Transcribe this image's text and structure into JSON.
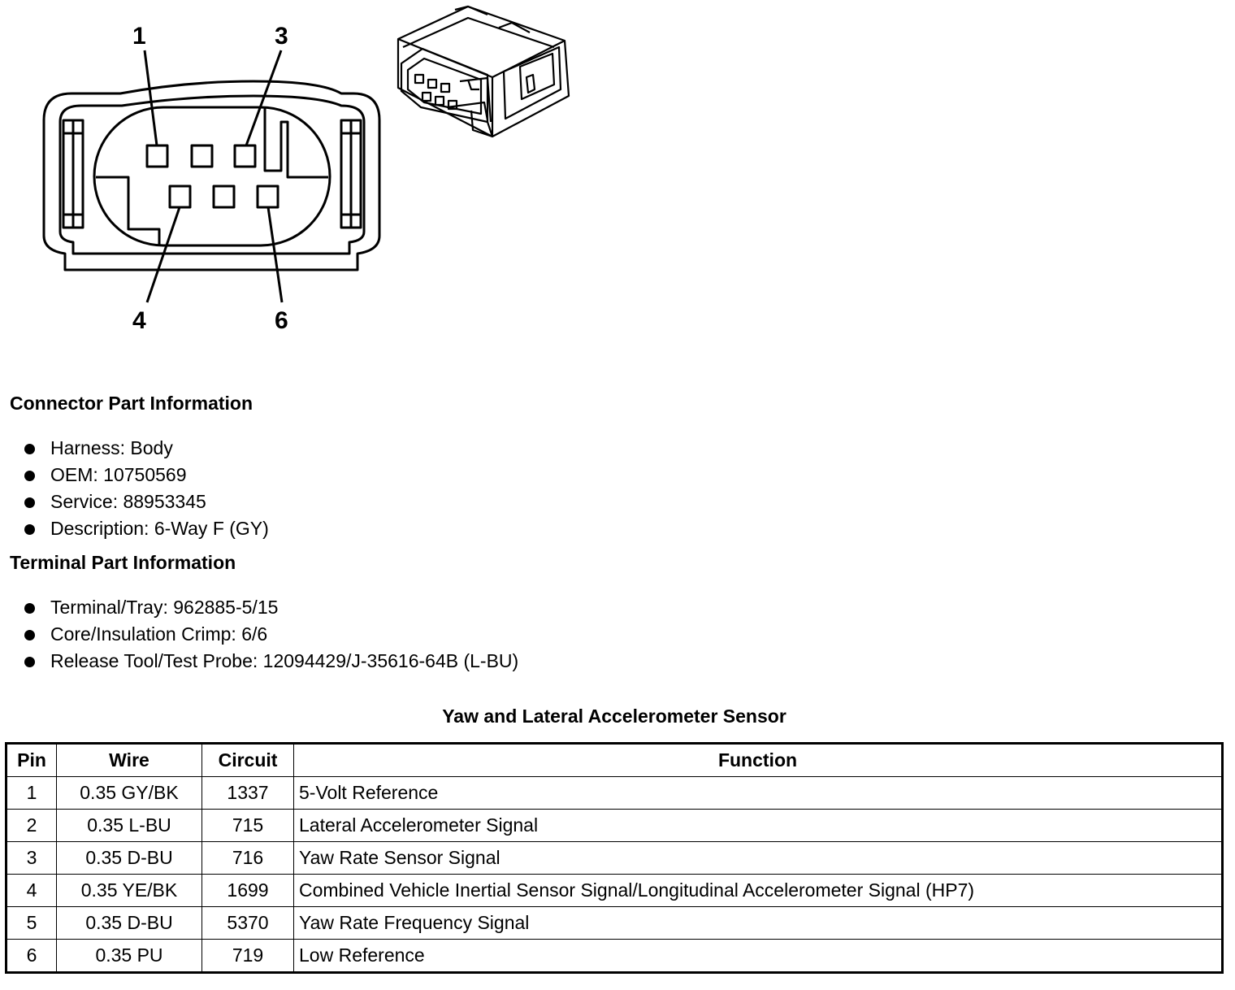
{
  "connector_diagram": {
    "callouts": [
      "1",
      "3",
      "4",
      "6"
    ]
  },
  "connector_part_information": {
    "heading": "Connector Part Information",
    "items": [
      "Harness: Body",
      "OEM: 10750569",
      "Service: 88953345",
      "Description: 6-Way F (GY)"
    ]
  },
  "terminal_part_information": {
    "heading": "Terminal Part Information",
    "items": [
      "Terminal/Tray: 962885-5/15",
      "Core/Insulation Crimp: 6/6",
      "Release Tool/Test Probe: 12094429/J-35616-64B (L-BU)"
    ]
  },
  "pin_table": {
    "caption": "Yaw and Lateral Accelerometer Sensor",
    "headers": [
      "Pin",
      "Wire",
      "Circuit",
      "Function"
    ],
    "rows": [
      {
        "pin": "1",
        "wire": "0.35 GY/BK",
        "circuit": "1337",
        "function": "5-Volt Reference"
      },
      {
        "pin": "2",
        "wire": "0.35 L-BU",
        "circuit": "715",
        "function": "Lateral Accelerometer Signal"
      },
      {
        "pin": "3",
        "wire": "0.35 D-BU",
        "circuit": "716",
        "function": "Yaw Rate Sensor Signal"
      },
      {
        "pin": "4",
        "wire": "0.35 YE/BK",
        "circuit": "1699",
        "function": "Combined Vehicle Inertial Sensor Signal/Longitudinal Accelerometer Signal (HP7)"
      },
      {
        "pin": "5",
        "wire": "0.35 D-BU",
        "circuit": "5370",
        "function": "Yaw Rate Frequency Signal"
      },
      {
        "pin": "6",
        "wire": "0.35 PU",
        "circuit": "719",
        "function": "Low Reference"
      }
    ]
  }
}
